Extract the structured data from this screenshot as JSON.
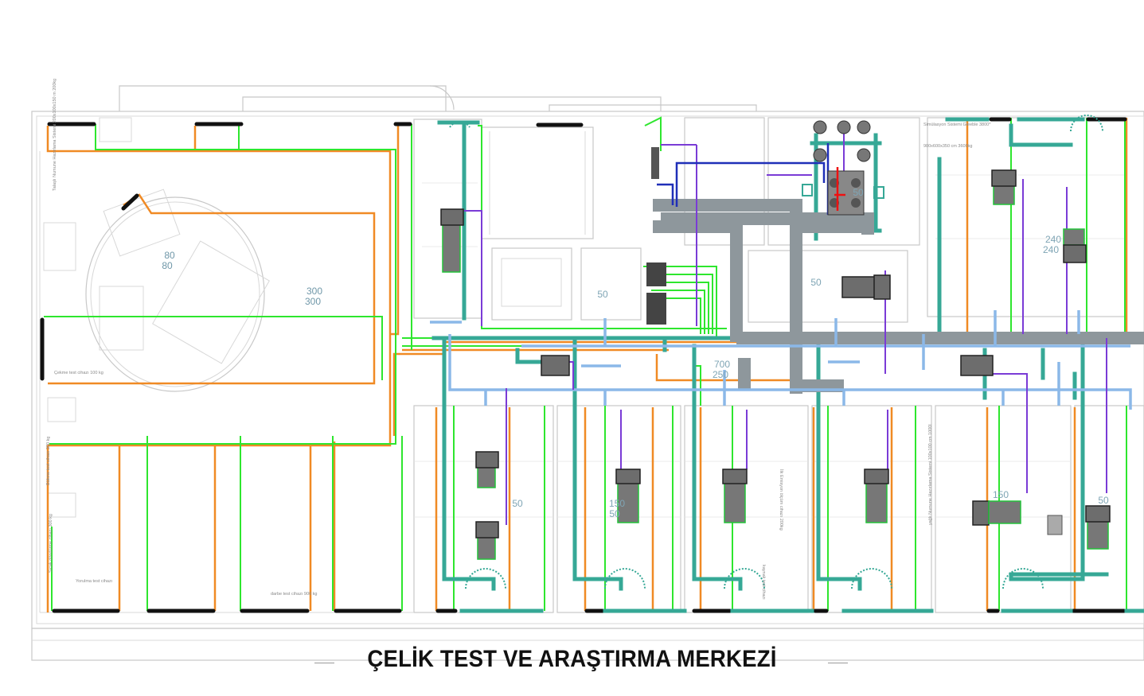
{
  "caption": "ÇELİK TEST VE ARAŞTIRMA MERKEZİ",
  "room_numbers": [
    "80",
    "80",
    "300",
    "300",
    "50",
    "50",
    "700",
    "250",
    "240",
    "240",
    "150",
    "50",
    "150",
    "50",
    "150",
    "50",
    "50"
  ],
  "annotations": [
    "Talaşlı Numune Hazırlama Sistemi 200x100x150 m 200kg",
    "Çekme test cihazı 100 kg",
    "Bükme test cihazı 300 kg",
    "Sıcak döndürme cihazı 300 kg",
    "Yorulma test cihazı",
    "darbe test cihazı 900 kg",
    "Simülasyon Sistemi Gleeble 3800*",
    "900x600x350 cm 3600kg",
    "İlk Emisyon ölçüm cihazı 200kg",
    "kaynak test cihazı",
    "yağlı Numune Hazırlama Sistemi 100x100 cm 1000l"
  ],
  "colors": {
    "wall": "#c8c8c8",
    "orange_pipe": "#f08a24",
    "green_pipe": "#2ee62e",
    "teal_pipe": "#36a896",
    "purple_pipe": "#7a3bd6",
    "navy_pipe": "#1f2fb8",
    "light_blue_pipe": "#8bb8e8",
    "duct": "#8e979c",
    "unit": "#6d6d6d"
  }
}
